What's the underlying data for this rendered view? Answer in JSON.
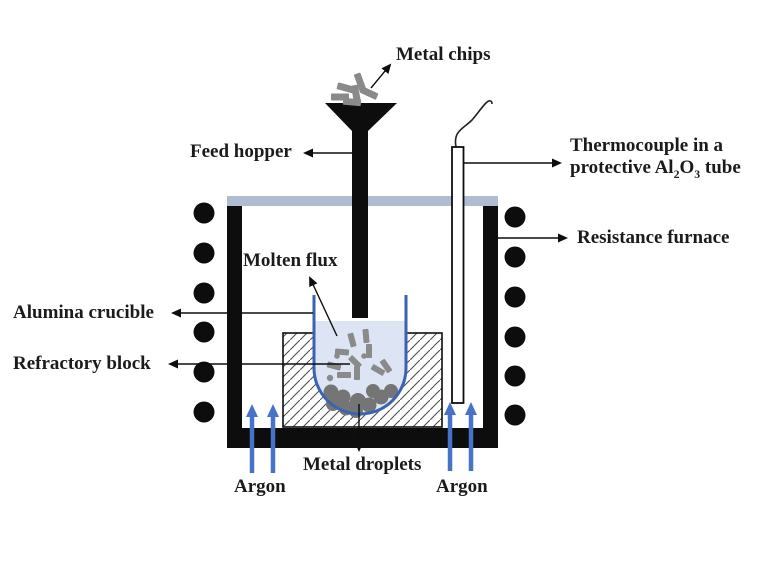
{
  "figure": {
    "labels": {
      "metal_chips": "Metal chips",
      "feed_hopper": "Feed hopper",
      "thermocouple_line1": "Thermocouple in a",
      "thermocouple_line2": {
        "p1": "protective Al",
        "sub1": "2",
        "p2": "O",
        "sub2": "3",
        "p3": " tube"
      },
      "resistance_furnace": "Resistance furnace",
      "molten_flux": "Molten flux",
      "alumina_crucible": "Alumina crucible",
      "refractory_block": "Refractory block",
      "metal_droplets": "Metal droplets",
      "argon_left": "Argon",
      "argon_right": "Argon"
    },
    "colors": {
      "outline_black": "#0d0d0d",
      "lid_grey_blue": "#b0bcd2",
      "crucible_blue": "#3b63b0",
      "flux_light_blue": "#dde4f3",
      "metal_grey": "#8a8a8a",
      "droplet_grey": "#757575",
      "argon_blue": "#4673c8",
      "hatch_grey": "#4f4f4f",
      "text": "#1b1b1b"
    }
  }
}
